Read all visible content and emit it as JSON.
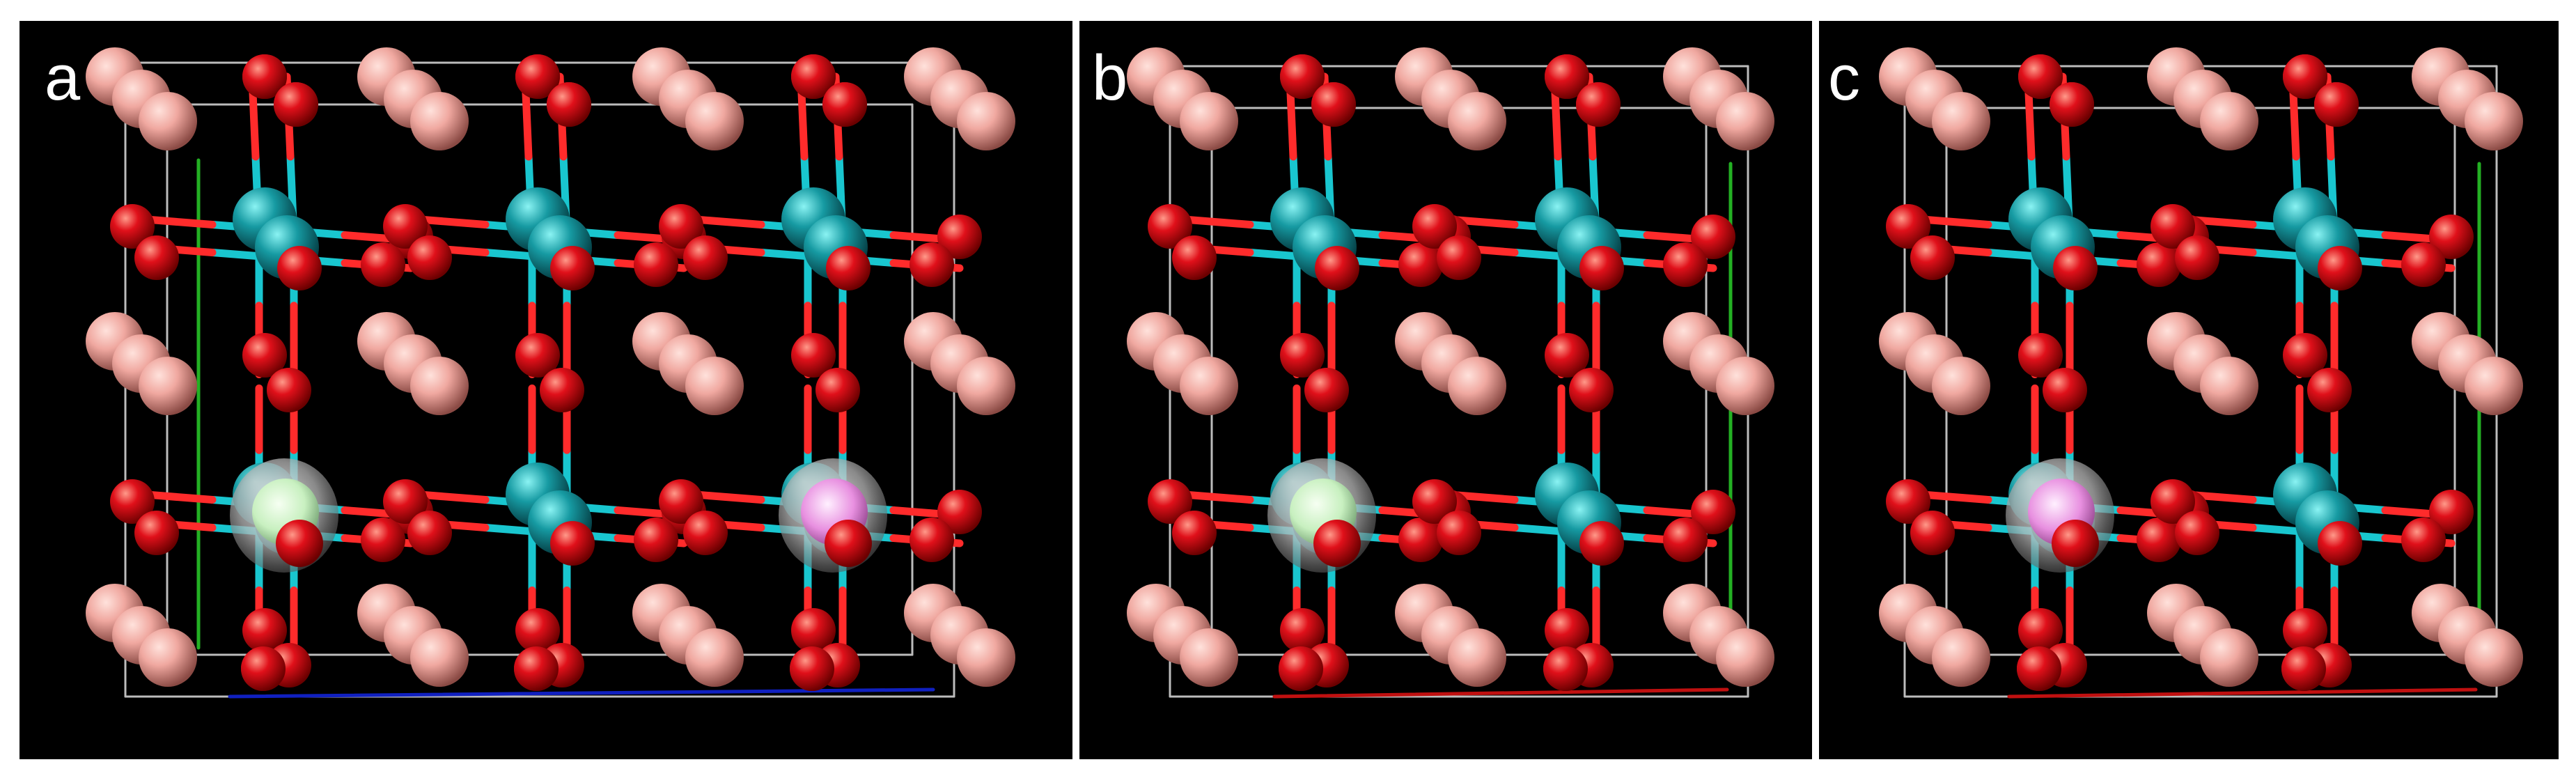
{
  "panels": [
    {
      "label": "a",
      "defects": [
        "green",
        "magenta"
      ],
      "axis_bottom": "blue"
    },
    {
      "label": "b",
      "defects": [
        "green"
      ],
      "axis_bottom": "red"
    },
    {
      "label": "c",
      "defects": [
        "magenta"
      ],
      "axis_bottom": "red"
    }
  ],
  "colors": {
    "background": "#000000",
    "cation_large": "#f0a8a0",
    "oxygen": "#e0101a",
    "metal": "#169aa2",
    "bond_metal": "#19c6cf",
    "bond_oxygen": "#ff2b2b",
    "defect_green": "#c8f0c0",
    "defect_magenta": "#e890e0",
    "isosurface": "#d8d8d8",
    "cell_edge": "#bcbcbc",
    "axis_green": "#23b023",
    "axis_blue": "#1020c0",
    "axis_red": "#c01010"
  }
}
